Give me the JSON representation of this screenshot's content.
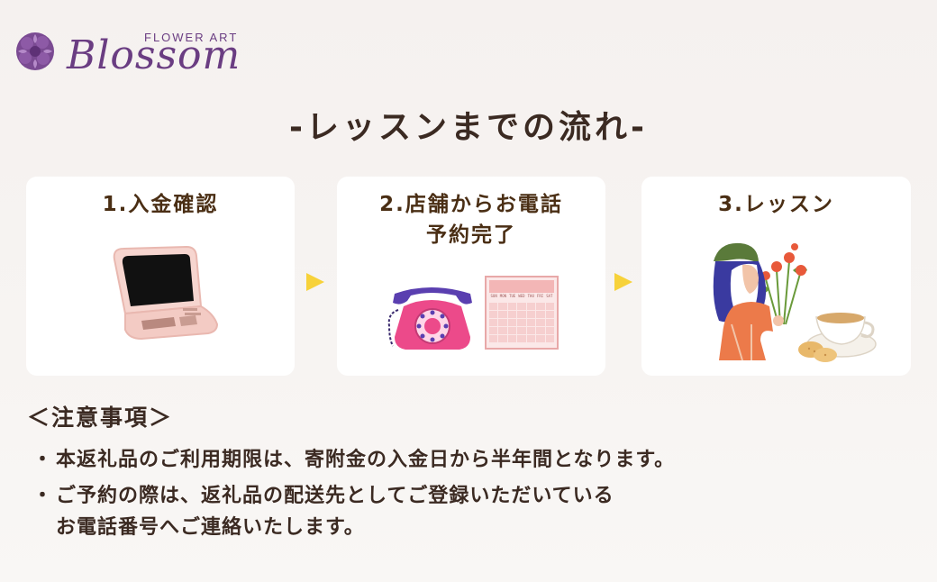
{
  "brand": {
    "sub": "FLOWER ART",
    "name": "Blossom",
    "color": "#6a3d82"
  },
  "title": "-レッスンまでの流れ-",
  "steps": [
    {
      "line1": "1.入金確認",
      "line2": "",
      "icon": "laptop-icon"
    },
    {
      "line1": "2.店舗からお電話",
      "line2": "予約完了",
      "icon": "telephone-icon"
    },
    {
      "line1": "3.レッスン",
      "line2": "",
      "icon": "lesson-illustration"
    }
  ],
  "calendar_days": [
    "SUN",
    "MON",
    "TUE",
    "WED",
    "THU",
    "FRI",
    "SAT"
  ],
  "arrow_color": "#f7d23a",
  "notes": {
    "heading": "＜注意事項＞",
    "bullet": "・",
    "items": [
      "本返礼品のご利用期限は、寄附金の入金日から半年間となります。",
      "ご予約の際は、返礼品の配送先としてご登録いただいている",
      "お電話番号へご連絡いたします。"
    ]
  }
}
